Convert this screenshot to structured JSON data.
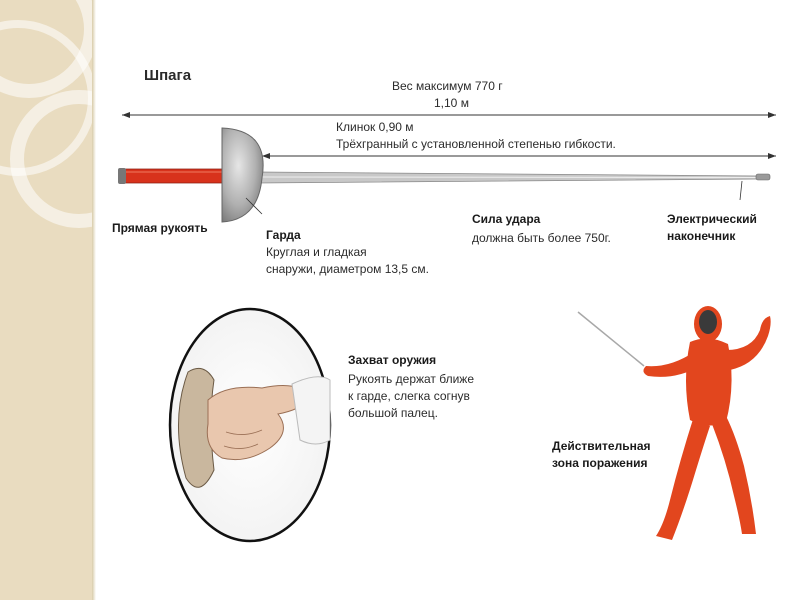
{
  "title": "Шпага",
  "weight_label": "Вес максимум 770 г",
  "length_label": "1,10 м",
  "blade": {
    "name": "Клинок",
    "length": "0,90 м",
    "description": "Трёхгранный с установленной степенью гибкости."
  },
  "handle": {
    "name": "Прямая рукоять"
  },
  "guard": {
    "name": "Гарда",
    "line1": "Круглая и гладкая",
    "line2": "снаружи, диаметром 13,5 см."
  },
  "force": {
    "name": "Сила удара",
    "description": "должна быть более 750г."
  },
  "tip": {
    "line1": "Электрический",
    "line2": "наконечник"
  },
  "grip": {
    "name": "Захват оружия",
    "line1": "Рукоять держат ближе",
    "line2": "к гарде, слегка согнув",
    "line3": "большой палец."
  },
  "target_zone": {
    "line1": "Действительная",
    "line2": "зона поражения"
  },
  "colors": {
    "handle_red": "#d8321c",
    "fencer_red": "#e2461e",
    "guard_gray": "#a9a9a9",
    "sidebar": "#e9dcc0"
  }
}
